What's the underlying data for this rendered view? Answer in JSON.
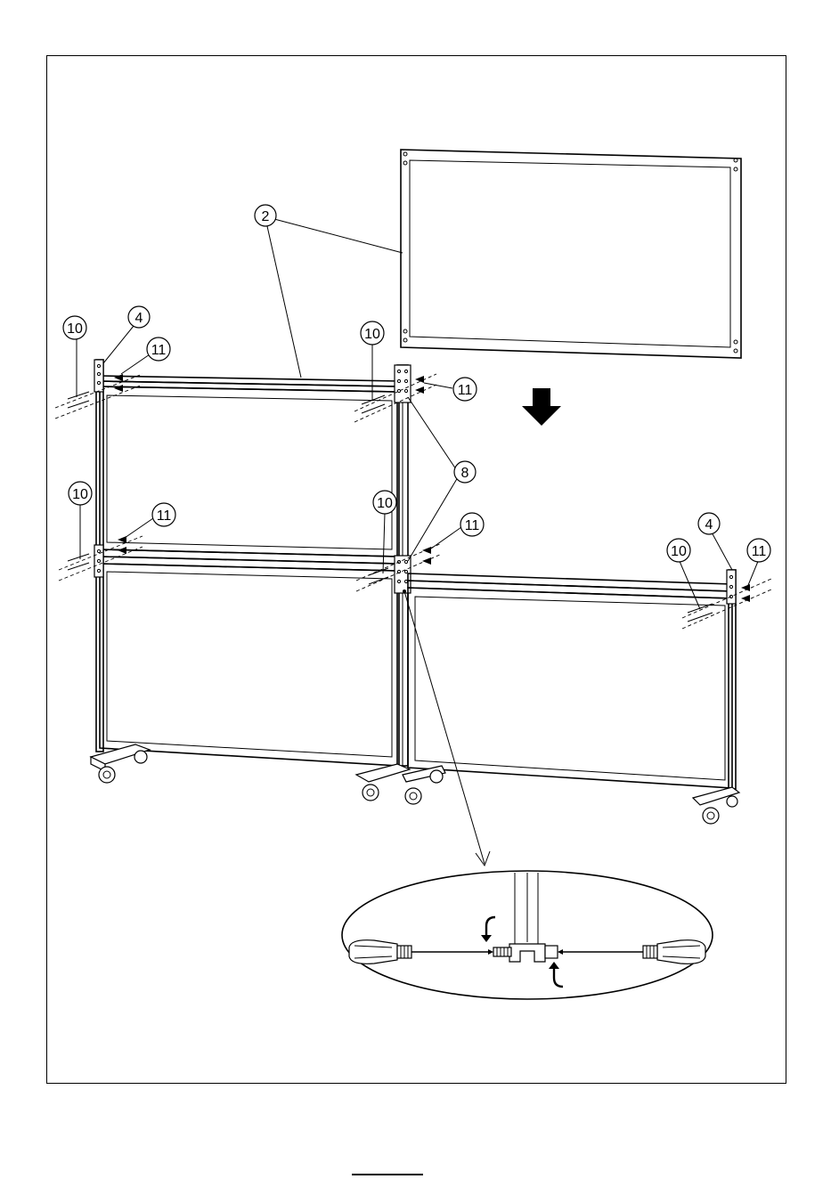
{
  "colors": {
    "line": "#000000",
    "background": "#ffffff"
  },
  "callouts": {
    "panel": "2",
    "end_bracket": "4",
    "screw": "10",
    "nut": "11",
    "middle_bracket": "8"
  },
  "icons": [
    "down-arrow-icon",
    "rotate-arrow-icon",
    "screwdriver-icon",
    "caster-wheel-icon"
  ]
}
